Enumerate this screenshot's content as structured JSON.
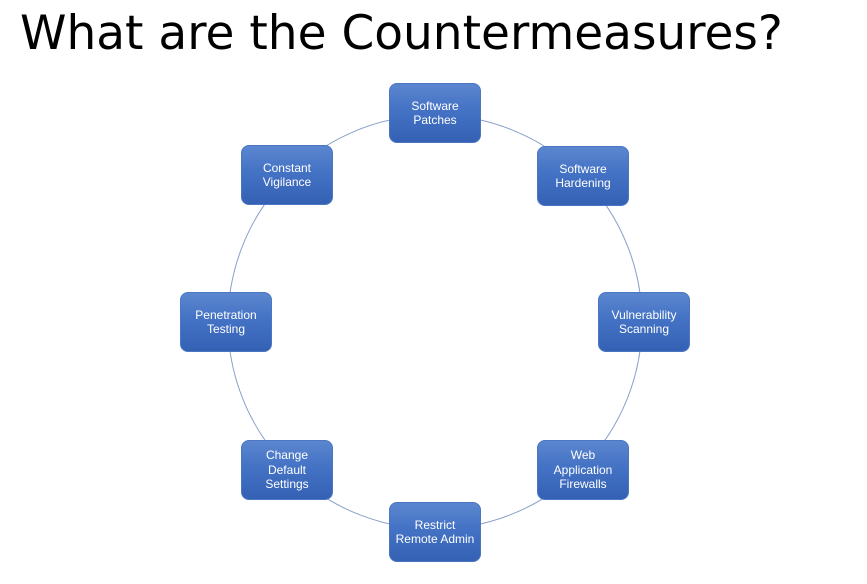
{
  "title": "What are the Countermeasures?",
  "colors": {
    "node_fill": "#4472c4",
    "node_text": "#ffffff",
    "ring_stroke": "#8aa0c8"
  },
  "nodes": [
    {
      "label": "Software\nPatches"
    },
    {
      "label": "Software\nHardening"
    },
    {
      "label": "Vulnerability\nScanning"
    },
    {
      "label": "Web\nApplication\nFirewalls"
    },
    {
      "label": "Restrict\nRemote Admin"
    },
    {
      "label": "Change\nDefault\nSettings"
    },
    {
      "label": "Penetration\nTesting"
    },
    {
      "label": "Constant\nVigilance"
    }
  ]
}
